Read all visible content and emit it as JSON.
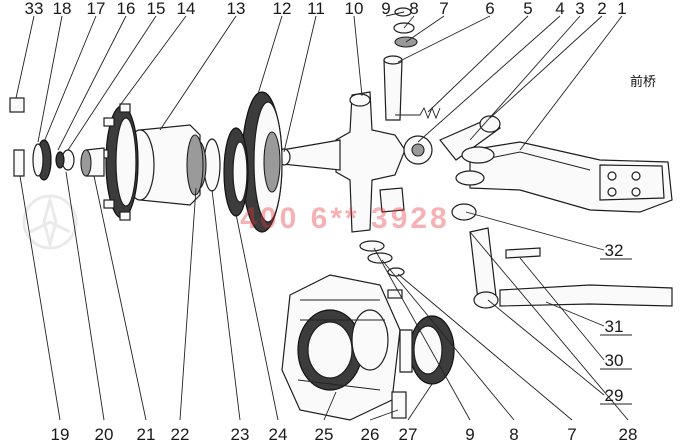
{
  "title": "前桥",
  "watermark_text": "400 6** 3928",
  "callouts_top": [
    "33",
    "18",
    "17",
    "16",
    "15",
    "14",
    "13",
    "12",
    "11",
    "10",
    "9",
    "8",
    "7",
    "6",
    "5",
    "4",
    "3",
    "2",
    "1"
  ],
  "callouts_bottom": [
    "19",
    "20",
    "21",
    "22",
    "23",
    "24",
    "25",
    "26",
    "27",
    "9",
    "8",
    "7",
    "28"
  ],
  "callouts_right": [
    "32",
    "31",
    "30",
    "29"
  ],
  "colors": {
    "ink": "#1e1e1e",
    "watermark": "#e8323a",
    "background": "#ffffff"
  }
}
